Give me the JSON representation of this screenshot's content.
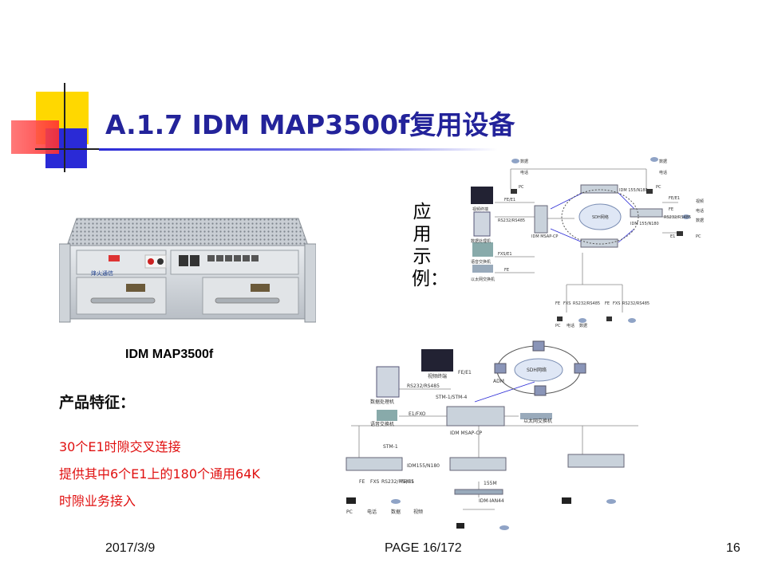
{
  "slide": {
    "title": "A.1.7 IDM MAP3500f复用设备",
    "device_caption": "IDM MAP3500f",
    "device_brand": "烽火通信",
    "features_heading": "产品特征：",
    "features": [
      "30个E1时隙交叉连接",
      "提供其中6个E1上的180个通用64K",
      "时隙业务接入"
    ],
    "application_label": "应用示例："
  },
  "diagram1": {
    "labels": {
      "top_left_data": "数据",
      "top_left_phone": "电话",
      "top_left_pc": "PC",
      "top_right_data": "数据",
      "top_right_phone": "电话",
      "top_right_pc": "PC",
      "video_terminal": "视频终端",
      "data_processor": "数据处理机",
      "voice_switch": "语音交换机",
      "ethernet_switch": "以太网交换机",
      "link_fe_e1": "FE/E1",
      "link_rs": "RS232/RS485",
      "link_fxs": "FXS/E1",
      "link_fe": "FE",
      "center_device": "IDM MSAP-CP",
      "sdh_network": "SDH网络",
      "node_top": "IDM 155/N180",
      "node_right": "IDM 155/N180",
      "right_fe_e1": "FE/E1",
      "right_video": "视频",
      "right_fe": "FE",
      "right_phone": "电话",
      "right_rs": "RS232/RS485",
      "right_data": "数据",
      "right_e1": "E1",
      "right_pc": "PC",
      "bl_fe": "FE",
      "bl_fxs": "FXS",
      "bl_rs": "RS232/RS485",
      "br_fe": "FE",
      "br_fxs": "FXS",
      "br_rs": "RS232/RS485",
      "pc": "PC",
      "phone": "电话",
      "data": "数据"
    }
  },
  "diagram2": {
    "labels": {
      "video_terminal": "视频终端",
      "fe_e1": "FE/E1",
      "rs": "RS232/RS485",
      "data_processor": "数据处理机",
      "stm_stm4": "STM-1/STM-4",
      "e1_fxo": "E1/FXO",
      "voice_switch": "语音交换机",
      "sdh_network": "SDH网络",
      "adm": "ADM",
      "ethernet_switch": "以太网交换机",
      "center_device": "IDM MSAP-CP",
      "stm1": "STM-1",
      "node": "IDM155/N180",
      "lan_fe": "FE",
      "lan_fxs": "FXS",
      "lan_rs": "RS232/RS485",
      "lan_e1": "FE/E1",
      "e1_155m": "155M",
      "ian": "IDM-IAN44",
      "pc": "PC",
      "phone": "电话",
      "data": "数据",
      "video": "视频"
    }
  },
  "footer": {
    "date": "2017/3/9",
    "page": "PAGE 16/172",
    "number": "16"
  }
}
